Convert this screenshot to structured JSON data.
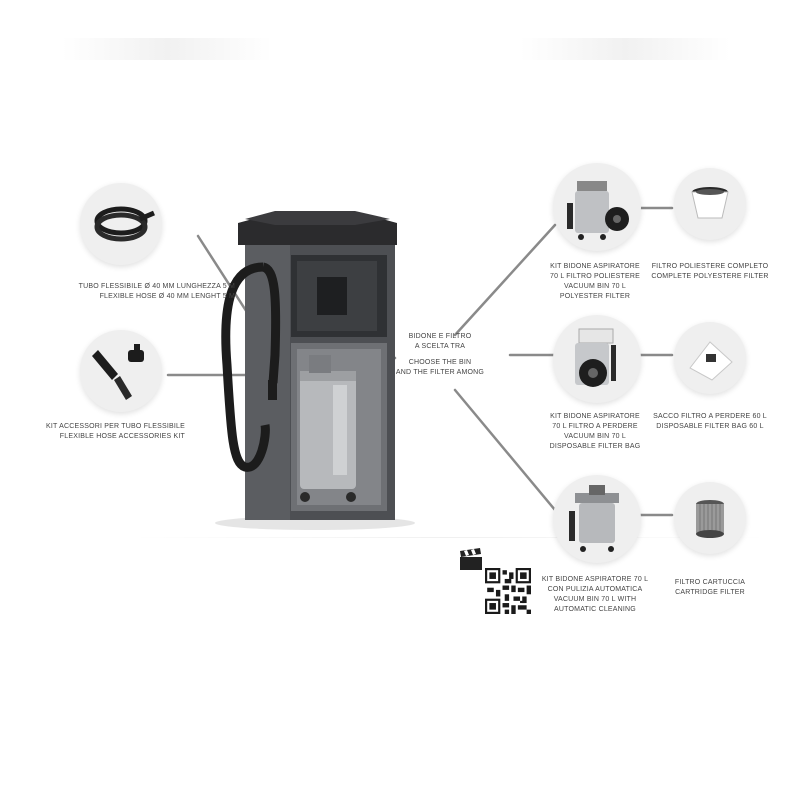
{
  "colors": {
    "cabinet_dark": "#2b2b2d",
    "cabinet_panel": "#5d5f63",
    "bin_silver": "#b7b9bc",
    "hose_black": "#1c1c1c",
    "connector_line": "#8a8a8a",
    "caption_text": "#444444"
  },
  "diagram": {
    "items": [
      {
        "id": "hose",
        "icon": "coiled-hose-icon",
        "lines": [
          "TUBO FLESSIBILE Ø 40 mm LUNGHEZZA 5 m",
          "FLEXIBLE HOSE Ø 40 mm LENGHT 5 m"
        ]
      },
      {
        "id": "accessories",
        "icon": "hose-accessories-icon",
        "lines": [
          "KIT ACCESSORI PER TUBO FLESSIBILE",
          "FLEXIBLE HOSE ACCESSORIES KIT"
        ]
      },
      {
        "id": "choice",
        "icon": "",
        "lines": [
          "BIDONE E FILTRO",
          "A SCELTA TRA",
          "",
          "CHOOSE THE BIN",
          "AND THE FILTER AMONG"
        ]
      },
      {
        "id": "bin_polyester",
        "icon": "vacuum-bin-icon",
        "lines": [
          "KIT BIDONE ASPIRATORE",
          "70 l FILTRO POLIESTERE",
          "VACUUM BIN 70 l",
          "POLYESTER FILTER"
        ]
      },
      {
        "id": "bin_disposable",
        "icon": "vacuum-bin-icon",
        "lines": [
          "KIT BIDONE ASPIRATORE",
          "70 l FILTRO A PERDERE",
          "VACUUM BIN 70 l",
          "DISPOSABLE FILTER BAG"
        ]
      },
      {
        "id": "bin_automatic",
        "icon": "vacuum-bin-icon",
        "lines": [
          "KIT BIDONE ASPIRATORE 70 l",
          "CON PULIZIA AUTOMATICA",
          "VACUUM BIN 70 l WITH",
          "AUTOMATIC CLEANING"
        ]
      },
      {
        "id": "filter_polyester",
        "icon": "basket-filter-icon",
        "lines": [
          "FILTRO POLIESTERE COMPLETO",
          "COMPLETE POLYESTERE FILTER"
        ]
      },
      {
        "id": "filter_bag",
        "icon": "filter-bag-icon",
        "lines": [
          "SACCO FILTRO A PERDERE 60 l",
          "DISPOSABLE FILTER BAG 60 l"
        ]
      },
      {
        "id": "filter_cartridge",
        "icon": "cartridge-filter-icon",
        "lines": [
          "FILTRO CARTUCCIA",
          "CARTRIDGE FILTER"
        ]
      }
    ],
    "qr": {
      "icon": "qr-code-icon",
      "video_icon": "clapperboard-icon"
    }
  }
}
